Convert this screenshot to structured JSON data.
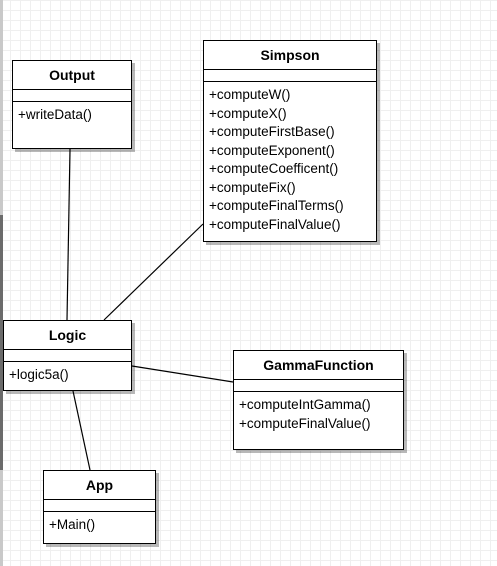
{
  "classes": {
    "output": {
      "name": "Output",
      "methods": [
        "+writeData()"
      ]
    },
    "simpson": {
      "name": "Simpson",
      "methods": [
        "+computeW()",
        "+computeX()",
        "+computeFirstBase()",
        "+computeExponent()",
        "+computeCoefficent()",
        "+computeFix()",
        "+computeFinalTerms()",
        "+computeFinalValue()"
      ]
    },
    "logic": {
      "name": "Logic",
      "methods": [
        "+logic5a()"
      ]
    },
    "gamma": {
      "name": "GammaFunction",
      "methods": [
        "+computeIntGamma()",
        "+computeFinalValue()"
      ]
    },
    "app": {
      "name": "App",
      "methods": [
        "+Main()"
      ]
    }
  },
  "associations": [
    {
      "from": "Output",
      "to": "Logic"
    },
    {
      "from": "Simpson",
      "to": "Logic"
    },
    {
      "from": "Logic",
      "to": "GammaFunction"
    },
    {
      "from": "Logic",
      "to": "App"
    }
  ],
  "colors": {
    "line": "#000000",
    "box_fill": "#ffffff",
    "grid": "#efefef"
  }
}
